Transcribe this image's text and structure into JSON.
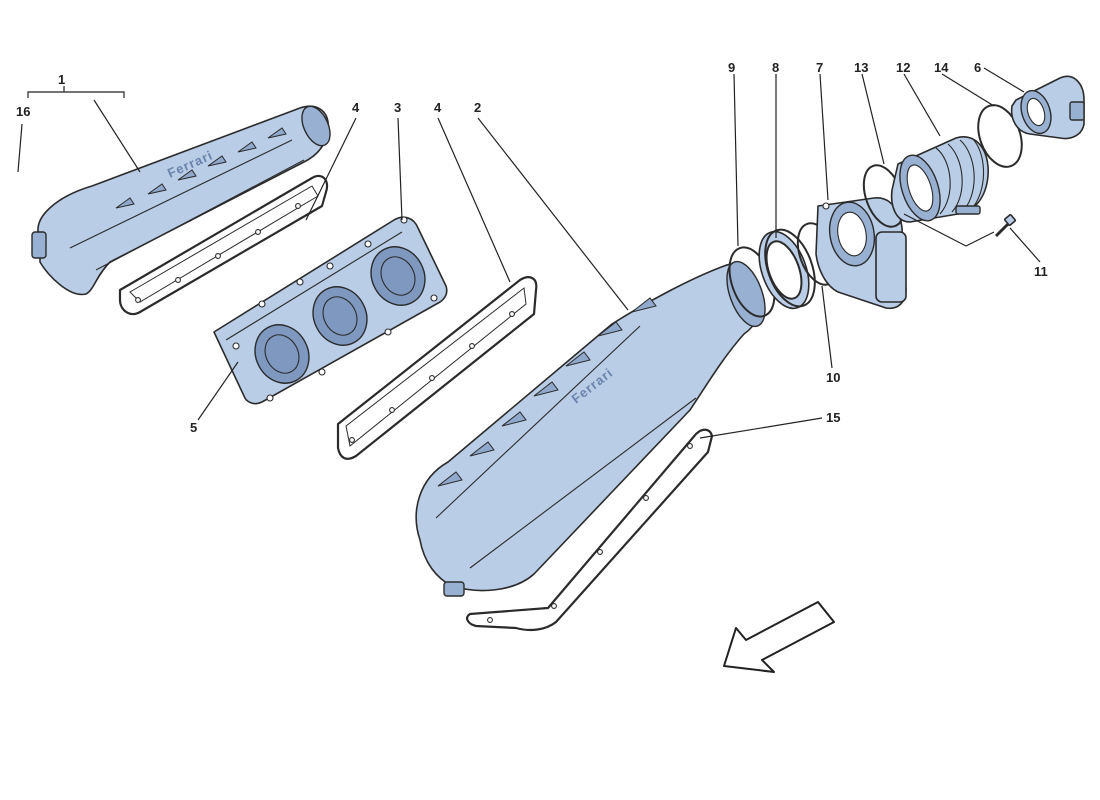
{
  "callouts": {
    "c1": "1",
    "c2": "2",
    "c3": "3",
    "c4a": "4",
    "c4b": "4",
    "c5": "5",
    "c6": "6",
    "c7": "7",
    "c8": "8",
    "c9": "9",
    "c10": "10",
    "c11": "11",
    "c12": "12",
    "c13": "13",
    "c14": "14",
    "c15": "15",
    "c16": "16"
  },
  "logos": {
    "left_plenum": "Ferrari",
    "main_plenum": "Ferrari"
  },
  "colors": {
    "part_fill": "#b9cde7",
    "outline": "#2b2b2b",
    "background": "#ffffff"
  }
}
